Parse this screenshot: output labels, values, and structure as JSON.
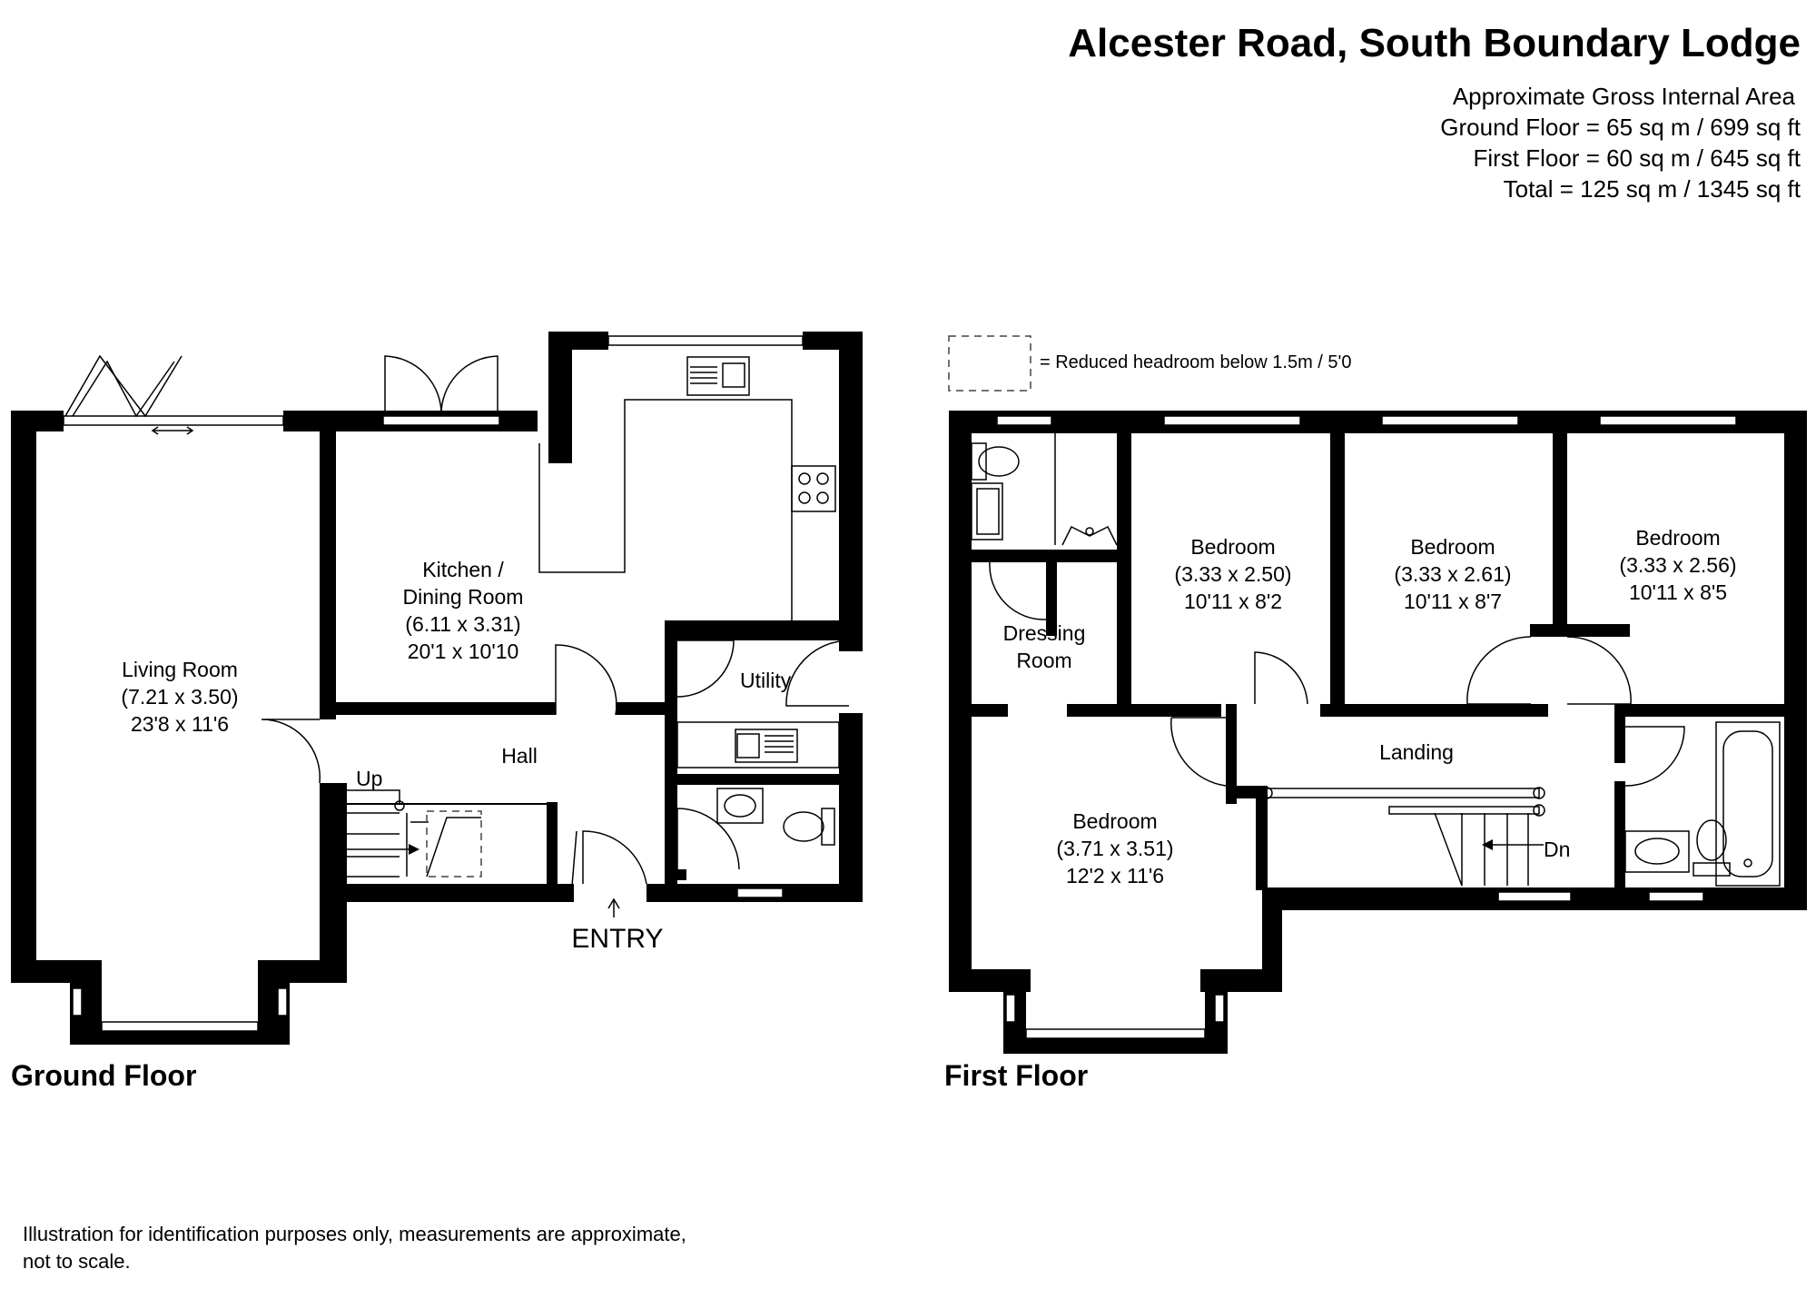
{
  "header": {
    "title": "Alcester Road, South Boundary Lodge",
    "area_heading": "Approximate Gross Internal Area",
    "ground_floor_area": "Ground Floor = 65 sq m / 699 sq ft",
    "first_floor_area": "First Floor = 60 sq m / 645 sq ft",
    "total_area": "Total = 125 sq m / 1345 sq ft"
  },
  "legend": {
    "reduced_headroom": "= Reduced headroom below 1.5m / 5'0"
  },
  "ground_floor": {
    "label": "Ground Floor",
    "living_room": {
      "name": "Living Room",
      "metric": "(7.21 x 3.50)",
      "imperial": "23'8 x 11'6"
    },
    "kitchen": {
      "name_line1": "Kitchen /",
      "name_line2": "Dining Room",
      "metric": "(6.11 x 3.31)",
      "imperial": "20'1 x 10'10"
    },
    "utility": "Utility",
    "hall": "Hall",
    "up": "Up",
    "entry": "ENTRY"
  },
  "first_floor": {
    "label": "First Floor",
    "bedroom_1": {
      "name": "Bedroom",
      "metric": "(3.33 x 2.50)",
      "imperial": "10'11 x 8'2"
    },
    "bedroom_2": {
      "name": "Bedroom",
      "metric": "(3.33 x 2.61)",
      "imperial": "10'11 x 8'7"
    },
    "bedroom_3": {
      "name": "Bedroom",
      "metric": "(3.33 x 2.56)",
      "imperial": "10'11 x 8'5"
    },
    "bedroom_4": {
      "name": "Bedroom",
      "metric": "(3.71 x 3.51)",
      "imperial": "12'2 x 11'6"
    },
    "dressing_room": {
      "line1": "Dressing",
      "line2": "Room"
    },
    "landing": "Landing",
    "down": "Dn"
  },
  "disclaimer": {
    "line1": "Illustration for identification purposes only, measurements are approximate,",
    "line2": "not to scale."
  }
}
